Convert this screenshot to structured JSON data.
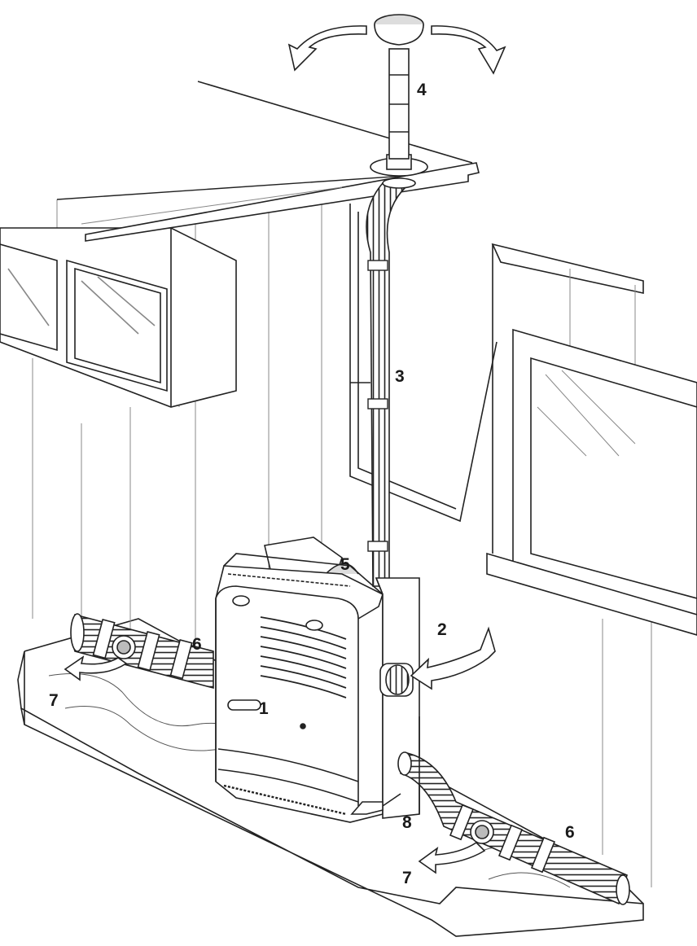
{
  "colors": {
    "line": "#222222",
    "light_line": "#8a8a8a",
    "fill": "#ffffff",
    "shade": "#d9d9d9"
  },
  "callouts": {
    "heater": "1",
    "air_intake": "2",
    "flue_pipe": "3",
    "roof_cowl": "4",
    "top_outlet": "5",
    "duct_left": "6",
    "duct_right": "6",
    "outlet_left": "7",
    "outlet_right": "7",
    "gas_connection": "8"
  }
}
